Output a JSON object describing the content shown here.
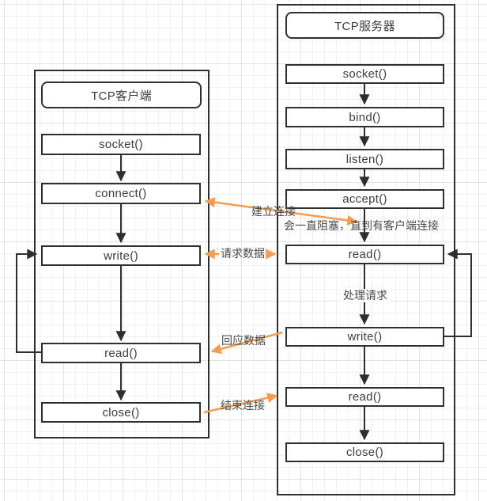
{
  "client": {
    "title": "TCP客户端",
    "nodes": [
      {
        "label": "socket()"
      },
      {
        "label": "connect()"
      },
      {
        "label": "write()"
      },
      {
        "label": "read()"
      },
      {
        "label": "close()"
      }
    ]
  },
  "server": {
    "title": "TCP服务器",
    "nodes": [
      {
        "label": "socket()"
      },
      {
        "label": "bind()"
      },
      {
        "label": "listen()"
      },
      {
        "label": "accept()"
      },
      {
        "label": "read()"
      },
      {
        "label": "write()"
      },
      {
        "label": "read()"
      },
      {
        "label": "close()"
      }
    ]
  },
  "annotations": {
    "establish": "建立连接",
    "block_note": "会一直阻塞，直到有客户端连接",
    "request": "请求数据",
    "process": "处理请求",
    "response": "回应数据",
    "finish": "结束连接"
  },
  "colors": {
    "accent_orange": "#F79B4D",
    "line_black": "#2e2e2e"
  }
}
